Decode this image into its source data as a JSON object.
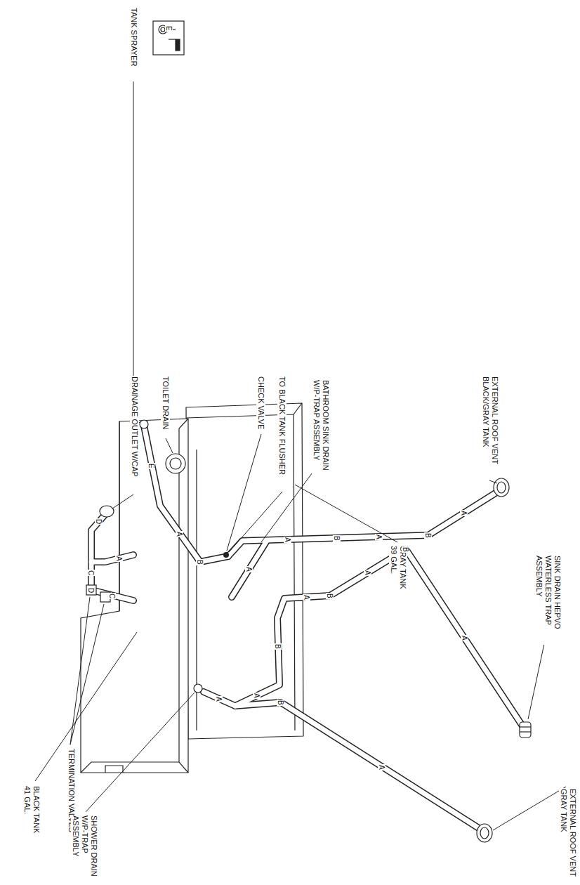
{
  "diagram": {
    "labels": [
      "TANK SPRAYER",
      "E",
      "EXTERNAL ROOF VENT BLACK/GRAY TANK",
      "SINK DRAIN HEPVO WATERLESS TRAP ASSEMBLY",
      "BATHROOM SINK DRAIN W/P-TRAP ASSEMBLY",
      "TO BLACK TANK FLUSHER",
      "CHECK VALVE",
      "TOILET DRAIN",
      "DRAINAGE OUTLET W/CAP",
      "GRAY TANK 39 GAL.",
      "TERMINATION VALVES",
      "BLACK TANK 41 GAL.",
      "SHOWER DRAIN W/P-TRAP ASSEMBLY",
      "EXTERNAL ROOF VENT GRAY TANK",
      "A",
      "B",
      "A",
      "B",
      "A",
      "A",
      "A",
      "B",
      "A",
      "B",
      "A",
      "B",
      "A",
      "B",
      "A",
      "E",
      "A",
      "B",
      "A",
      "D",
      "C",
      "D",
      "A",
      "C"
    ]
  }
}
